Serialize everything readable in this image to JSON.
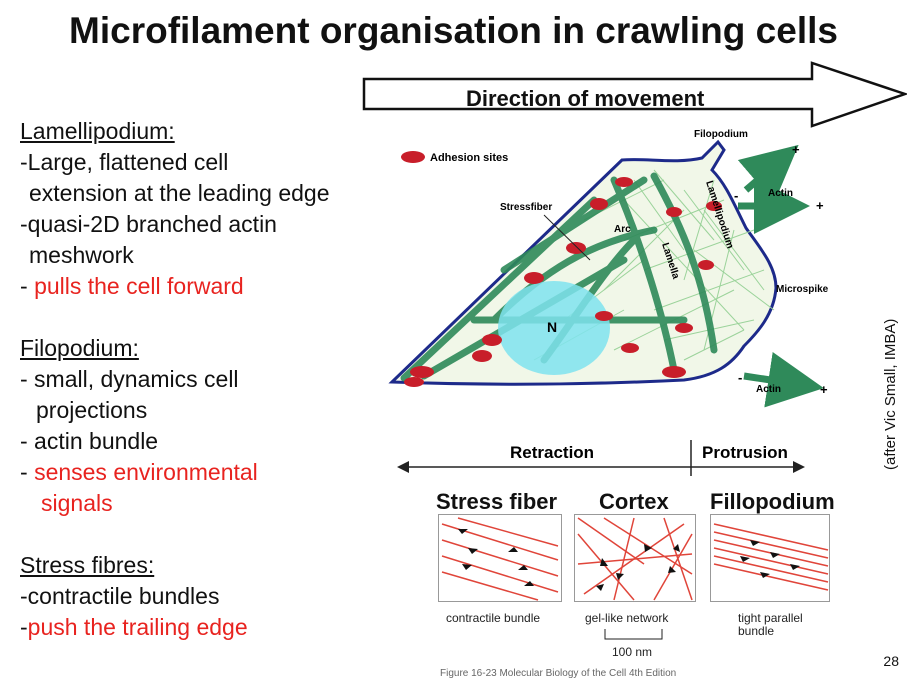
{
  "title": "Microfilament organisation in crawling cells",
  "direction_label": "Direction of movement",
  "left_text": {
    "lamellipodium_head": "Lamellipodium:",
    "lamellipodium_1": "-Large, flattened cell",
    "lamellipodium_2": " extension at the leading edge",
    "lamellipodium_3": "-quasi-2D branched actin",
    "lamellipodium_4": " meshwork",
    "lamellipodium_dash": "- ",
    "lamellipodium_red": "pulls the cell forward",
    "filopodium_head": "Filopodium:",
    "filopodium_1": "- small, dynamics cell",
    "filopodium_2": "  projections",
    "filopodium_3": "- actin bundle",
    "filopodium_dash": "- ",
    "filopodium_red_1": "senses environmental",
    "filopodium_red_2": "signals",
    "stress_head": "Stress fibres:",
    "stress_1": "-contractile bundles",
    "stress_dash": "-",
    "stress_red": "push the trailing edge"
  },
  "diagram": {
    "adhesion_label": "Adhesion sites",
    "filopodium": "Filopodium",
    "stressfiber": "Stressfiber",
    "arc": "Arc",
    "lamella": "Lamella",
    "lamellipodium": "Lamellipodium",
    "microspike": "Microspike",
    "nucleus": "N",
    "actin_top": "Actin",
    "actin_bottom": "Actin",
    "plus": "+",
    "minus": "-",
    "retraction": "Retraction",
    "protrusion": "Protrusion"
  },
  "panels": {
    "stress_fiber": "Stress fiber",
    "cortex": "Cortex",
    "fillopodium": "Fillopodium",
    "cap_contractile": "contractile bundle",
    "cap_gel": "gel-like network",
    "cap_tight_1": "tight parallel",
    "cap_tight_2": "bundle",
    "scale": "100 nm",
    "source_cut": "Figure 16-23 Molecular Biology of the Cell 4th Edition"
  },
  "credit": "(after Vic Small, IMBA)",
  "page_number": "28",
  "colors": {
    "red_text": "#e8231f",
    "cell_fill": "#f1f7e8",
    "cell_outline": "#1d2a8a",
    "actin_green": "#2f8a5a",
    "adhesion": "#c81e2a",
    "nucleus": "#7fe3ef"
  }
}
